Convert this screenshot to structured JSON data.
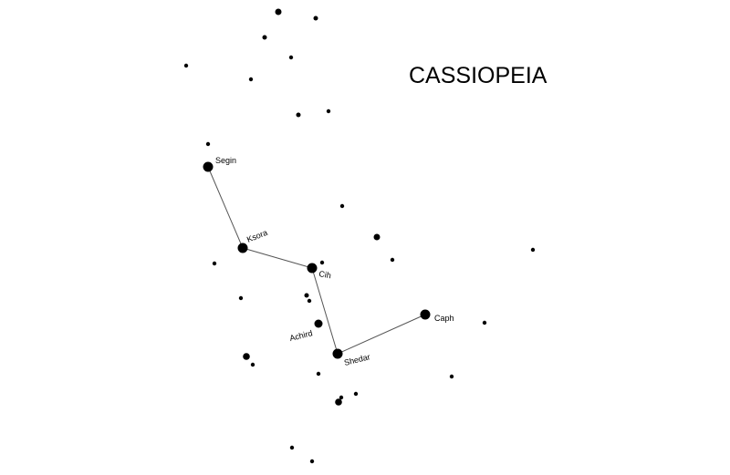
{
  "title": "CASSIOPEIA",
  "colors": {
    "star": "#000000",
    "line": "#555555",
    "background": "#ffffff"
  },
  "named_stars": [
    {
      "label": "Segin",
      "size": "major"
    },
    {
      "label": "Ksora",
      "size": "major"
    },
    {
      "label": "Cih",
      "size": "major"
    },
    {
      "label": "Achird",
      "size": "medium"
    },
    {
      "label": "Shedar",
      "size": "major"
    },
    {
      "label": "Caph",
      "size": "major"
    }
  ],
  "constellation_lines": [
    [
      "Segin",
      "Ksora"
    ],
    [
      "Ksora",
      "Cih"
    ],
    [
      "Cih",
      "Shedar"
    ],
    [
      "Shedar",
      "Caph"
    ]
  ]
}
